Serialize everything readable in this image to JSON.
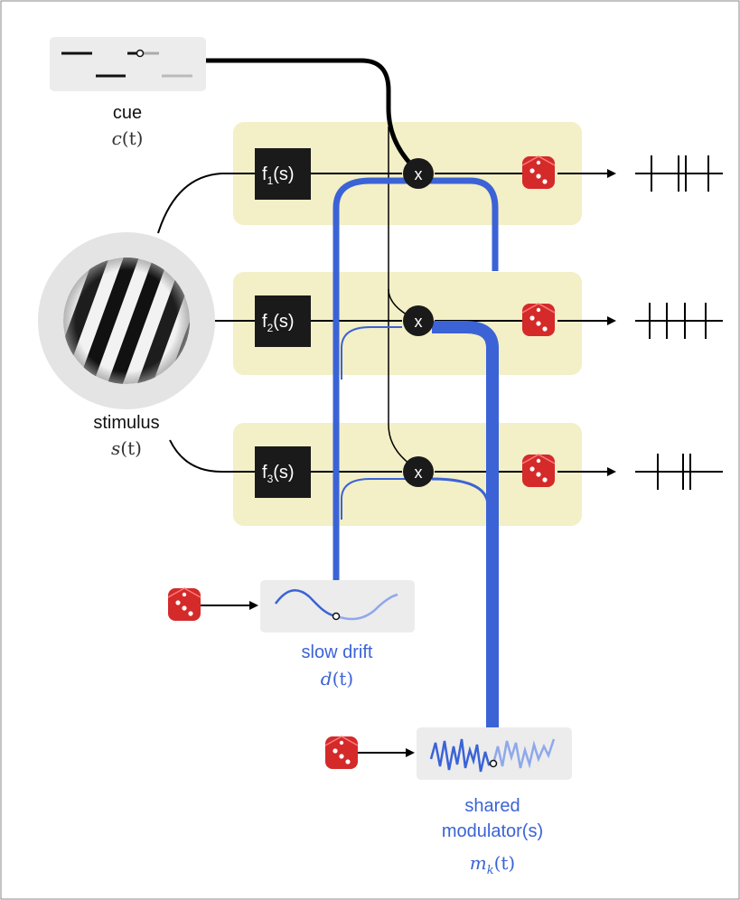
{
  "cue": {
    "label": "cue",
    "symbol_base": "c",
    "symbol_arg": "(t)"
  },
  "stimulus": {
    "label": "stimulus",
    "symbol_base": "s",
    "symbol_arg": "(t)"
  },
  "filters": [
    {
      "prefix": "f",
      "sub": "1",
      "suffix": "(s)"
    },
    {
      "prefix": "f",
      "sub": "2",
      "suffix": "(s)"
    },
    {
      "prefix": "f",
      "sub": "3",
      "suffix": "(s)"
    }
  ],
  "multiplier_symbol": "x",
  "slow_drift": {
    "label": "slow drift",
    "symbol_base": "d",
    "symbol_arg": "(t)"
  },
  "shared_modulator": {
    "label_line1": "shared",
    "label_line2": "modulator(s)",
    "symbol_base": "m",
    "symbol_sub": "k",
    "symbol_arg": "(t)"
  },
  "colors": {
    "accent_blue": "#3b63d6",
    "light_blue": "#8fa8ec",
    "channel_bg": "#f3efc7",
    "box_gray": "#ececec",
    "dice_red": "#d42a2a"
  },
  "icons": [
    "dice-icon",
    "grating-stimulus-icon",
    "spike-train-icon",
    "multiply-node-icon"
  ]
}
